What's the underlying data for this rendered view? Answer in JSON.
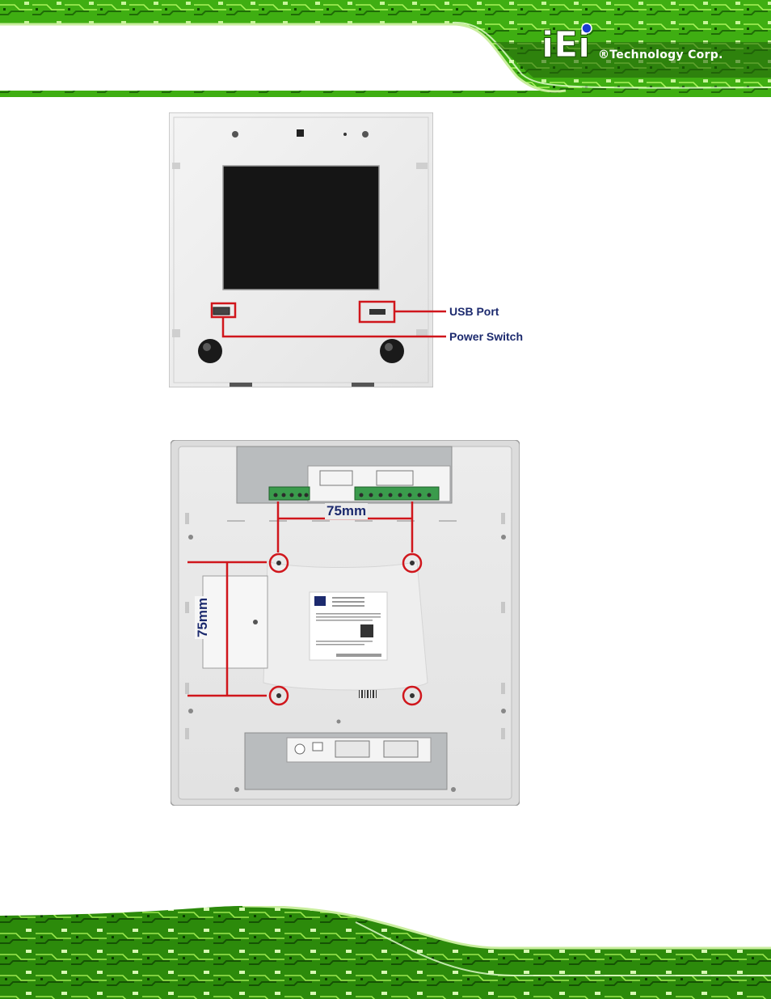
{
  "header": {
    "logo_text": "iEi",
    "company": "®Technology Corp."
  },
  "figure_front": {
    "callouts": {
      "usb_port": "USB Port",
      "power_switch": "Power Switch"
    }
  },
  "figure_rear": {
    "dim_horizontal": "75mm",
    "dim_vertical": "75mm"
  },
  "colors": {
    "circuit_green": "#2f8f0e",
    "callout_red": "#d0161c",
    "callout_text": "#1c2a6e"
  }
}
